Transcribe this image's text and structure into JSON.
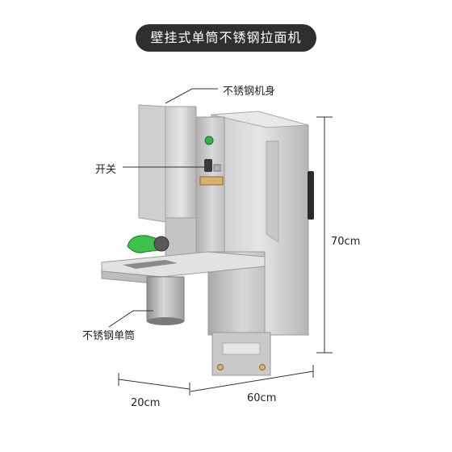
{
  "title": "壁挂式单筒不锈钢拉面机",
  "callouts": {
    "body": "不锈钢机身",
    "switch": "开关",
    "cylinder": "不锈钢单筒"
  },
  "dimensions": {
    "height": "70cm",
    "depth": "20cm",
    "width": "60cm"
  },
  "colors": {
    "title_bg": "#2f2f2f",
    "steel_light": "#d4d4d4",
    "steel_mid": "#b8b8b8",
    "steel_dark": "#9a9a9a",
    "indicator_green": "#2db34a",
    "handle_green": "#3cc24a"
  }
}
